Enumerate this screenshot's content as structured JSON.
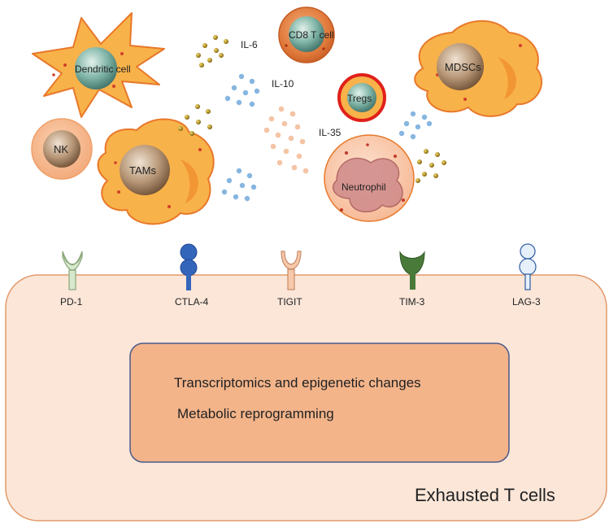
{
  "cells": {
    "dendritic": "Dendritic cell",
    "cd8": "CD8 T cell",
    "mdscs": "MDSCs",
    "tregs": "Tregs",
    "nk": "NK",
    "tams": "TAMs",
    "neutrophil": "Neutrophil"
  },
  "cytokines": {
    "il6": "IL-6",
    "il10": "IL-10",
    "il35": "IL-35"
  },
  "receptors": {
    "pd1": "PD-1",
    "ctla4": "CTLA-4",
    "tigit": "TIGIT",
    "tim3": "TIM-3",
    "lag3": "LAG-3"
  },
  "inner_box": {
    "line1": "Transcriptomics and epigenetic changes",
    "line2": "Metabolic reprogramming"
  },
  "exhausted_label": "Exhausted T cells",
  "colors": {
    "cell_orange": "#f8b24a",
    "cell_outline": "#e8782a",
    "nucleus_brown": "#a9896a",
    "nucleus_teal": "#6fa89a",
    "treg_red": "#e0201a",
    "dot_gold": "#b8920c",
    "dot_blue": "#86b6e0",
    "dot_peach": "#f4c4a4",
    "tcell_fill": "#fbe6d8",
    "inner_box_fill": "#f3b48a",
    "inner_box_border": "#4a5a8a",
    "ctla4_blue": "#3366bb",
    "tim3_green": "#4a7a3a"
  }
}
